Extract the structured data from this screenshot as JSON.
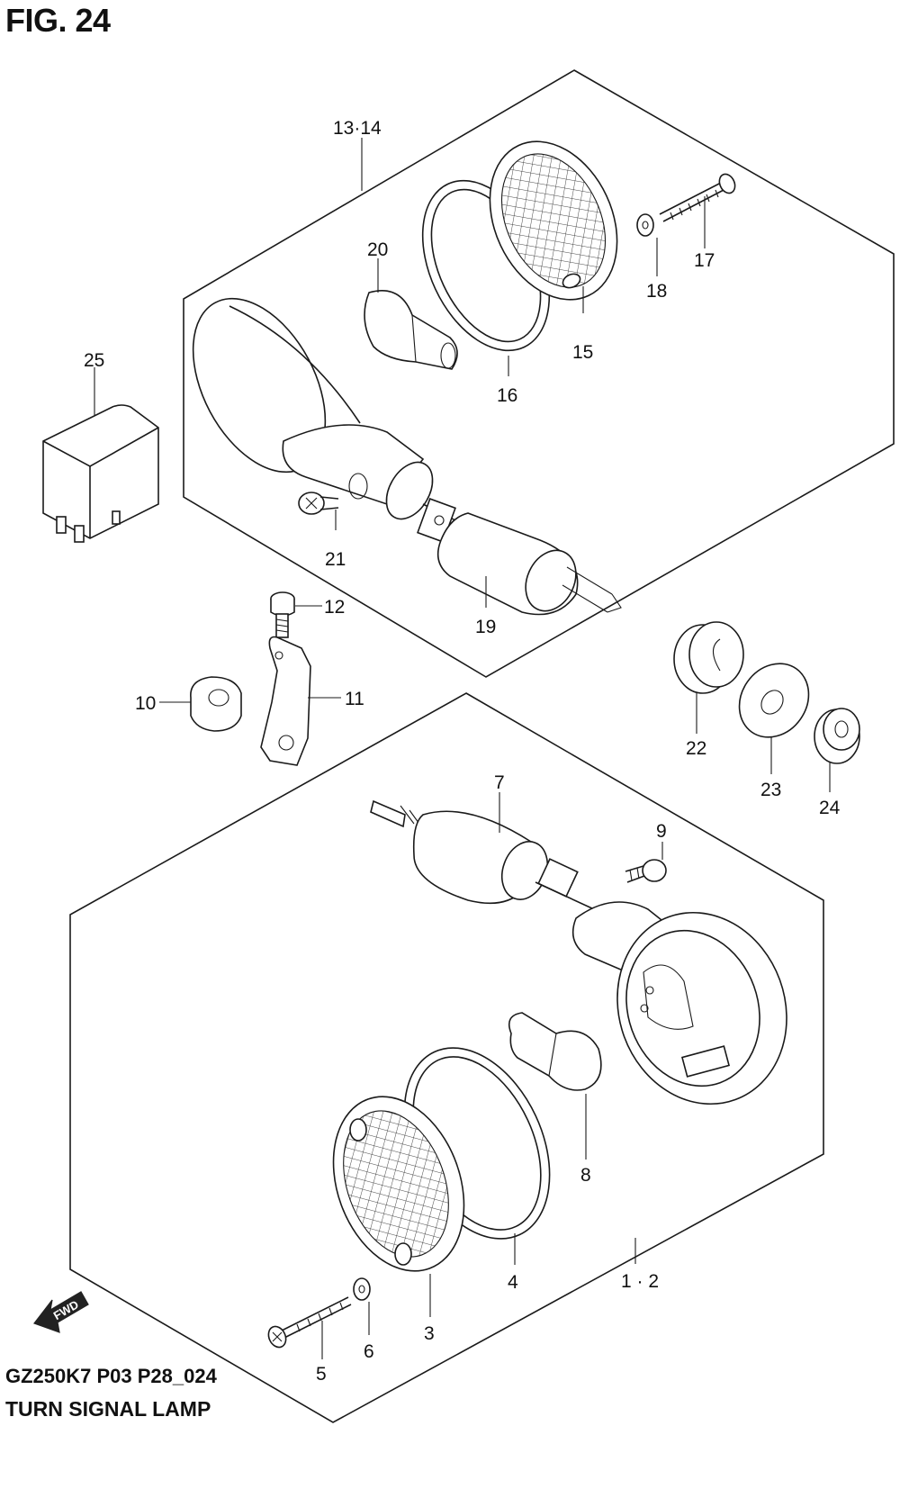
{
  "header": {
    "figure_title": "FIG. 24"
  },
  "footer": {
    "model_code": "GZ250K7 P03 P28_024",
    "section_title": "TURN SIGNAL LAMP"
  },
  "direction_marker": {
    "label": "FWD"
  },
  "callouts": {
    "c1_2": "1 · 2",
    "c3": "3",
    "c4": "4",
    "c5": "5",
    "c6": "6",
    "c7": "7",
    "c8": "8",
    "c9": "9",
    "c10": "10",
    "c11": "11",
    "c12": "12",
    "c13_14": "13·14",
    "c15": "15",
    "c16": "16",
    "c17": "17",
    "c18": "18",
    "c19": "19",
    "c20": "20",
    "c21": "21",
    "c22": "22",
    "c23": "23",
    "c24": "24",
    "c25": "25"
  }
}
